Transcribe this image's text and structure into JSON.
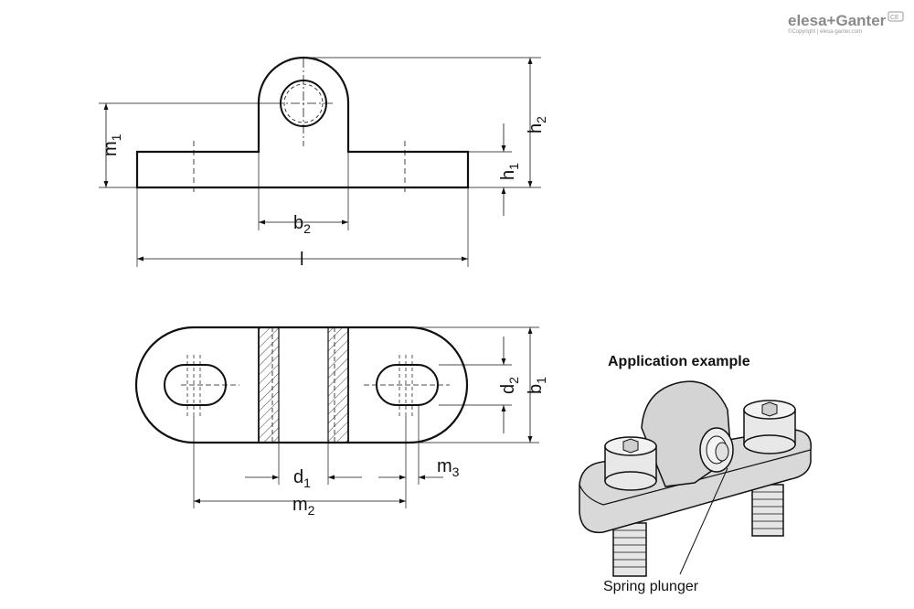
{
  "brand": {
    "name": "elesa+Ganter",
    "copyright": "©Copyright | elesa-ganter.com"
  },
  "front_view": {
    "labels": {
      "m1": {
        "base": "m",
        "sub": "1"
      },
      "h1": {
        "base": "h",
        "sub": "1"
      },
      "h2": {
        "base": "h",
        "sub": "2"
      },
      "b2": {
        "base": "b",
        "sub": "2"
      },
      "l": {
        "base": "l",
        "sub": ""
      }
    }
  },
  "top_view": {
    "labels": {
      "d1": {
        "base": "d",
        "sub": "1"
      },
      "d2": {
        "base": "d",
        "sub": "2"
      },
      "b1": {
        "base": "b",
        "sub": "1"
      },
      "m2": {
        "base": "m",
        "sub": "2"
      },
      "m3": {
        "base": "m",
        "sub": "3"
      }
    }
  },
  "application": {
    "title": "Application example",
    "callout": "Spring plunger"
  },
  "colors": {
    "line": "#111111",
    "part_fill": "#d9d9d9",
    "bolt_fill": "#e8e8e8",
    "brand_gray": "#8a8a8a"
  }
}
